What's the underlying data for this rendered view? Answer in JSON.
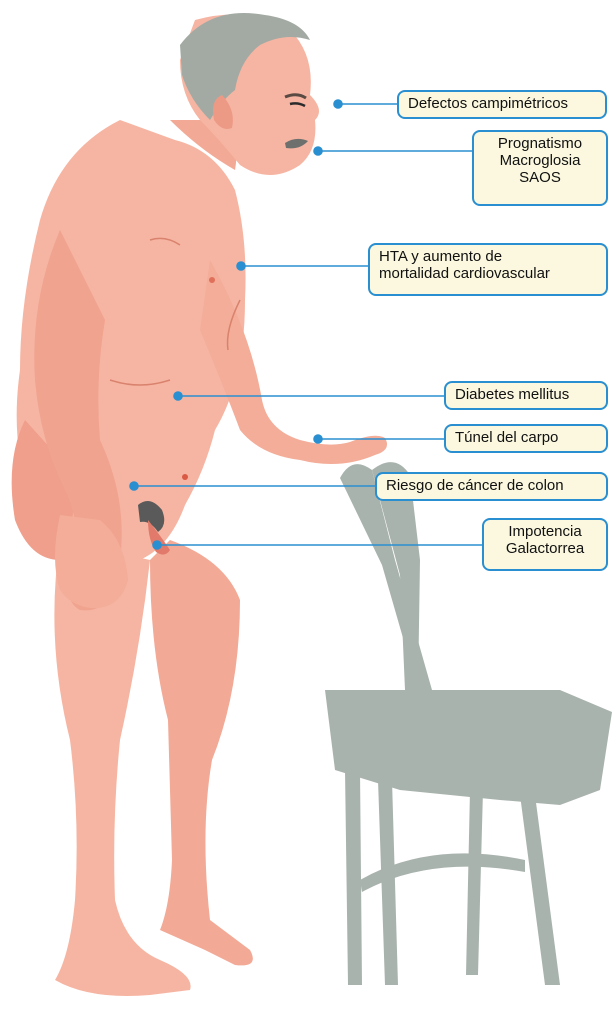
{
  "colors": {
    "skin": "#f6b5a2",
    "skin_shadow": "#ec9a86",
    "skin_line": "#d9826d",
    "hair": "#a3aaa3",
    "chair": "#a9b3ad",
    "connector": "#2a8fd0",
    "label_bg": "#fbf8df"
  },
  "labels": {
    "campimetricos": {
      "lines": [
        "Defectos campimétricos"
      ]
    },
    "prognatismo": {
      "lines": [
        "Prognatismo",
        "Macroglosia",
        "SAOS"
      ]
    },
    "hta": {
      "lines": [
        "HTA y aumento de",
        "mortalidad cardiovascular"
      ]
    },
    "diabetes": {
      "lines": [
        "Diabetes mellitus"
      ]
    },
    "carpo": {
      "lines": [
        "Túnel del carpo"
      ]
    },
    "colon": {
      "lines": [
        "Riesgo de cáncer de colon"
      ]
    },
    "impotencia": {
      "lines": [
        "Impotencia",
        "Galactorrea"
      ]
    }
  }
}
